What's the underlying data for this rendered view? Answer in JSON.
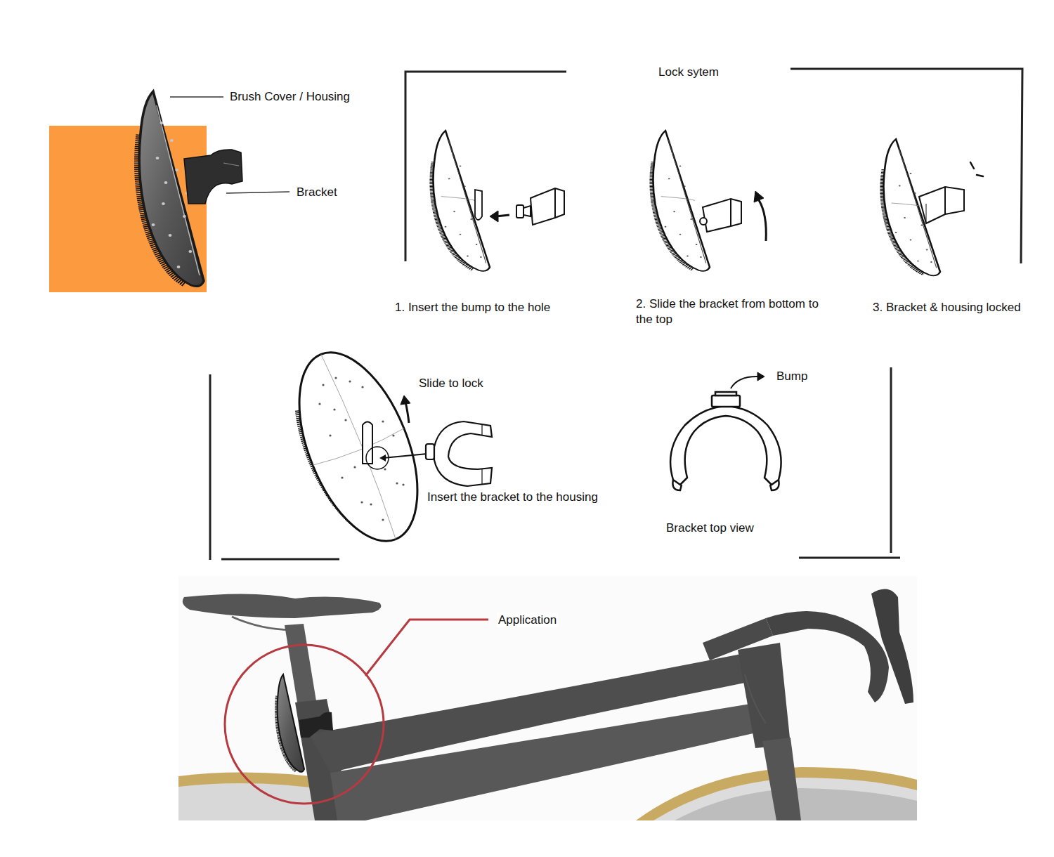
{
  "diagram": {
    "labels": [
      "Brush Cover / Housing",
      "Bracket",
      "Lock sytem",
      "1. Insert the bump to the hole",
      "2. Slide the bracket from bottom to the top",
      "3. Bracket & housing locked",
      "Slide to lock",
      "Insert the bracket to the housing",
      "Bump",
      "Bracket top view",
      "Application"
    ]
  }
}
